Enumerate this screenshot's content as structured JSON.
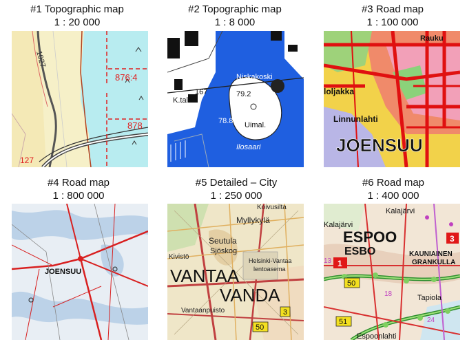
{
  "maps": [
    {
      "title": "#1 Topographic map",
      "scale": "1 : 20 000",
      "labels": {
        "road_number": "1027",
        "height_a": "876:4",
        "height_b": "878",
        "height_c": "127"
      }
    },
    {
      "title": "#2 Topographic map",
      "scale": "1 : 8 000",
      "labels": {
        "place_top": "Niskakoski",
        "building": "K.talo",
        "num_a": "167",
        "num_b": "79.2",
        "num_c": "78.8",
        "island": "Uimal.",
        "islet": "Ilosaari"
      }
    },
    {
      "title": "#3 Road map",
      "scale": "1 : 100 000",
      "labels": {
        "place_a": "loljakka",
        "place_b": "Linnunlahti",
        "city": "JOENSUU",
        "top": "Rauku"
      }
    },
    {
      "title": "#4 Road map",
      "scale": "1 : 800 000",
      "labels": {
        "city": "JOENSUU"
      }
    },
    {
      "title": "#5 Detailed – City",
      "scale": "1 : 250 000",
      "labels": {
        "top": "Koivusilta",
        "place_a": "Myllykylä",
        "place_b": "Seutula",
        "place_c": "Sjöskog",
        "place_d": "Kivistö",
        "airport_a": "Helsinki-Vantaa",
        "airport_b": "lentoasema",
        "city_a": "VANTAA",
        "city_b": "VANDA",
        "place_e": "Vantaanpuisto",
        "road_a": "50",
        "road_b": "3"
      }
    },
    {
      "title": "#6 Road map",
      "scale": "1 : 400 000",
      "labels": {
        "place_a": "Kalajärvi",
        "place_b": "Kalajärvi",
        "city_a": "ESPOO",
        "city_b": "ESBO",
        "place_c": "KAUNIAINEN",
        "place_d": "GRANKULLA",
        "road_a": "1",
        "road_b": "3",
        "road_c": "50",
        "road_d": "51",
        "road_e": "18",
        "road_f": "24",
        "road_g": "13",
        "place_e": "Tapiola",
        "place_f": "Espoonlahti"
      }
    }
  ]
}
